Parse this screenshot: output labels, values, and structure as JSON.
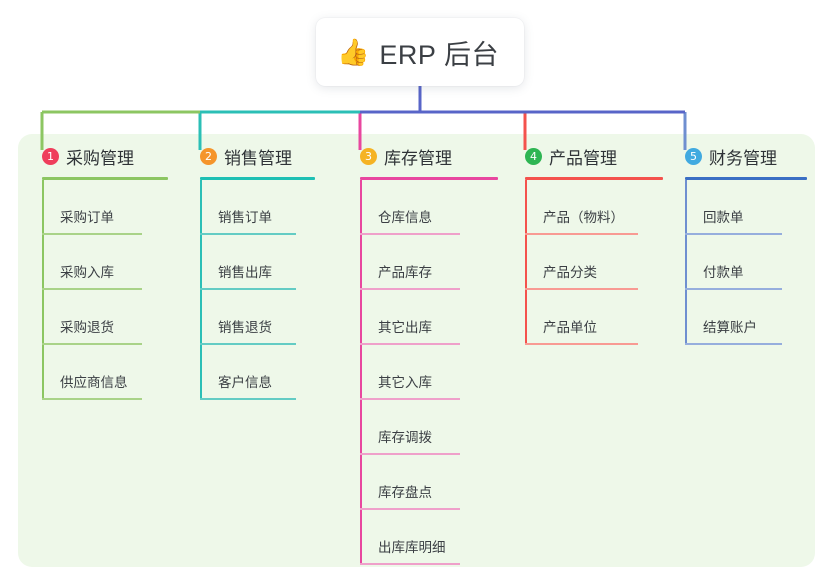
{
  "root": {
    "icon": "thumbs-up-icon",
    "emoji": "👍",
    "title": "ERP 后台"
  },
  "palette": {
    "panel_bg": "#eef8e9",
    "page_bg": "#ffffff",
    "root_stem": "#5865c8",
    "text": "#3b3f44"
  },
  "columns": [
    {
      "number": "1",
      "label": "采购管理",
      "badge_color": "#ef3e5c",
      "rule_color": "#8cc662",
      "line_color": "#8cc662",
      "leaf_rule_color": "#a9d388",
      "items": [
        {
          "label": "采购订单"
        },
        {
          "label": "采购入库"
        },
        {
          "label": "采购退货"
        },
        {
          "label": "供应商信息"
        }
      ]
    },
    {
      "number": "2",
      "label": "销售管理",
      "badge_color": "#f5952b",
      "rule_color": "#1ec0b4",
      "line_color": "#2bbfb6",
      "leaf_rule_color": "#63ccc4",
      "items": [
        {
          "label": "销售订单"
        },
        {
          "label": "销售出库"
        },
        {
          "label": "销售退货"
        },
        {
          "label": "客户信息"
        }
      ]
    },
    {
      "number": "3",
      "label": "库存管理",
      "badge_color": "#f5b324",
      "rule_color": "#e8479f",
      "line_color": "#e8479f",
      "leaf_rule_color": "#efa0ca",
      "items": [
        {
          "label": "仓库信息"
        },
        {
          "label": "产品库存"
        },
        {
          "label": "其它出库"
        },
        {
          "label": "其它入库"
        },
        {
          "label": "库存调拨"
        },
        {
          "label": "库存盘点"
        },
        {
          "label": "出库库明细"
        }
      ]
    },
    {
      "number": "4",
      "label": "产品管理",
      "badge_color": "#2eb553",
      "rule_color": "#f4524d",
      "line_color": "#f4524d",
      "leaf_rule_color": "#f89a93",
      "items": [
        {
          "label": "产品（物料）"
        },
        {
          "label": "产品分类"
        },
        {
          "label": "产品单位"
        }
      ]
    },
    {
      "number": "5",
      "label": "财务管理",
      "badge_color": "#41aae0",
      "rule_color": "#3b6fc4",
      "line_color": "#6f8fd0",
      "leaf_rule_color": "#96aedd",
      "items": [
        {
          "label": "回款单"
        },
        {
          "label": "付款单"
        },
        {
          "label": "结算账户"
        }
      ]
    }
  ]
}
